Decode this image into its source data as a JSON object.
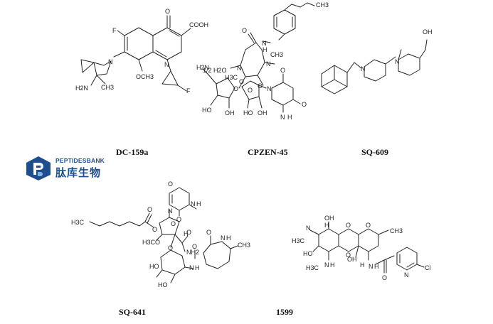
{
  "compounds": [
    {
      "id": "dc159a",
      "caption": "DC-159a",
      "labels": [
        "F",
        "O",
        "COOH",
        "N",
        "N",
        "H2N",
        "CH3",
        "OCH3",
        "F",
        "1/2 H2O"
      ]
    },
    {
      "id": "cpzen45",
      "caption": "CPZEN-45",
      "labels": [
        "CH3",
        "O",
        "N",
        "H",
        "N",
        "CH3",
        "N",
        "H3C",
        "O",
        "H2N",
        "O",
        "HO",
        "OH",
        "O",
        "O",
        "N",
        "HO",
        "OH",
        "O",
        "N",
        "H",
        "O"
      ]
    },
    {
      "id": "sq609",
      "caption": "SQ-609",
      "labels": [
        "N",
        "N",
        "OH"
      ]
    },
    {
      "id": "sq641",
      "caption": "SQ-641",
      "labels": [
        "O",
        "N",
        "N",
        "H",
        "O",
        "H3C",
        "O",
        "O",
        "O",
        "H",
        "H3CO",
        "O",
        "NH2",
        "O",
        "O",
        "N",
        "H",
        "CH3",
        "HO",
        "HO",
        "O",
        "N",
        "H"
      ]
    },
    {
      "id": "c1599",
      "caption": "1599",
      "labels": [
        "H",
        "N",
        "OH",
        "O",
        "O",
        "O",
        "CH3",
        "H3C",
        "HO",
        "N",
        "H",
        "H3C",
        "H",
        "OH",
        "N",
        "H",
        "O",
        "N",
        "Cl"
      ]
    }
  ],
  "logo": {
    "english": "PEPTIDESBANK",
    "chinese": "肽库生物",
    "brand_color": "#1f4e8c"
  }
}
